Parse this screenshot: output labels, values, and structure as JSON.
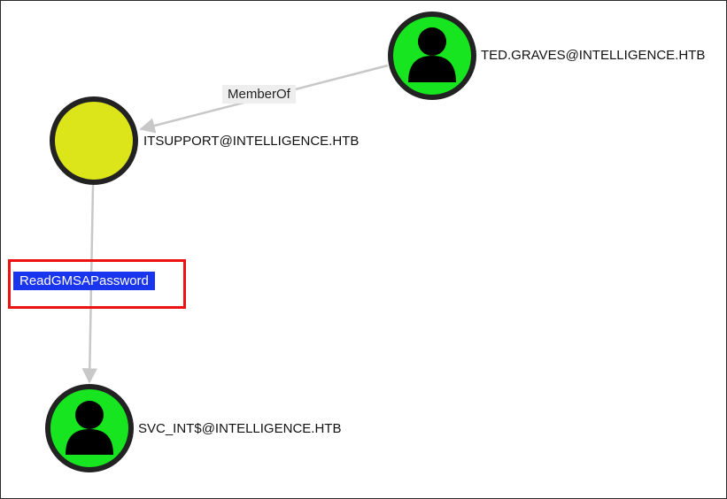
{
  "graph": {
    "nodes": [
      {
        "id": "ted",
        "label": "TED.GRAVES@INTELLIGENCE.HTB",
        "type": "user",
        "color": "#16e51f"
      },
      {
        "id": "itsupport",
        "label": "ITSUPPORT@INTELLIGENCE.HTB",
        "type": "group",
        "color": "#dce519"
      },
      {
        "id": "svc",
        "label": "SVC_INT$@INTELLIGENCE.HTB",
        "type": "user",
        "color": "#16e51f"
      }
    ],
    "edges": [
      {
        "from": "ted",
        "to": "itsupport",
        "label": "MemberOf",
        "highlighted": false
      },
      {
        "from": "itsupport",
        "to": "svc",
        "label": "ReadGMSAPassword",
        "highlighted": true
      }
    ]
  },
  "colors": {
    "user_node": "#16e51f",
    "group_node": "#dce519",
    "node_border": "#222222",
    "edge_line": "#c8c8c8",
    "highlight_label_bg": "#1a35ee",
    "highlight_box": "#ee1111"
  },
  "icons": {
    "user": "user-silhouette-icon"
  }
}
